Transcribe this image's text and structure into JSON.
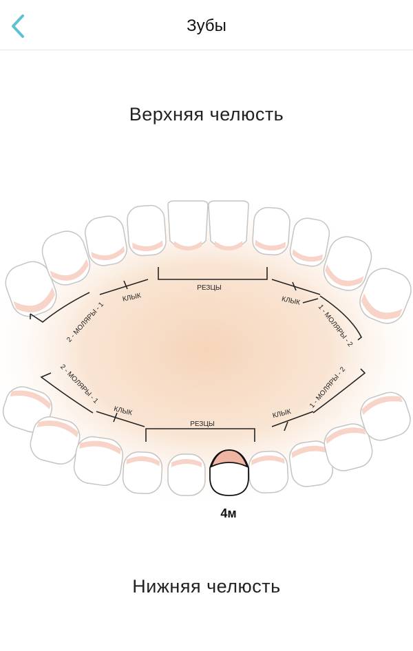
{
  "header": {
    "title": "Зубы",
    "back_icon": "chevron-left-icon",
    "accent_color": "#5fc1d0"
  },
  "upper_jaw": {
    "title": "Верхняя челюсть",
    "labels": {
      "incisors": "РЕЗЦЫ",
      "canine_left": "КЛЫК",
      "canine_right": "КЛЫК",
      "molars_left": "2 - МОЛЯРЫ - 1",
      "molars_right": "1 - МОЛЯРЫ - 2"
    }
  },
  "lower_jaw": {
    "title": "Нижняя челюсть",
    "labels": {
      "incisors": "РЕЗЦЫ",
      "canine_left": "КЛЫК",
      "canine_right": "КЛЫК",
      "molars_left": "2 - МОЛЯРЫ - 1",
      "molars_right": "1 - МОЛЯРЫ - 2"
    }
  },
  "selected_tooth": {
    "label": "4м",
    "gum_color": "#efb5a3"
  },
  "colors": {
    "palate_glow": "#f5d2b5",
    "tooth_outline": "#bdbdbd",
    "gum_tint": "#f7d4c7"
  }
}
